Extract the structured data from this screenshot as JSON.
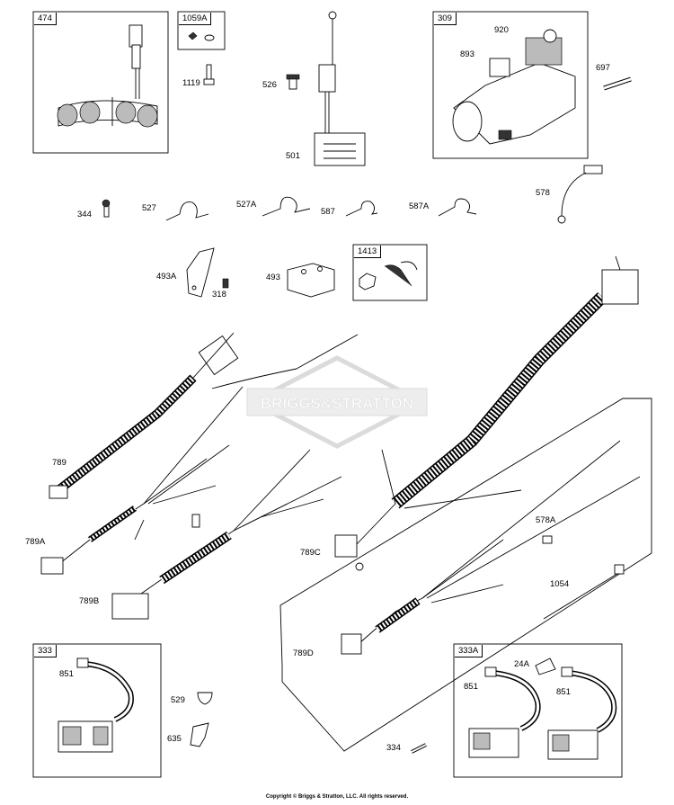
{
  "watermark": {
    "text": "BRIGGS&STRATTON"
  },
  "boxes": [
    {
      "id": "box-474",
      "label": "474"
    },
    {
      "id": "box-1059A",
      "label": "1059A"
    },
    {
      "id": "box-309",
      "label": "309"
    },
    {
      "id": "box-1413",
      "label": "1413"
    },
    {
      "id": "box-789D",
      "label": "789D"
    },
    {
      "id": "box-333",
      "label": "333"
    },
    {
      "id": "box-333A",
      "label": "333A"
    }
  ],
  "parts": {
    "p1119": "1119",
    "p526": "526",
    "p501": "501",
    "p920": "920",
    "p893": "893",
    "p697": "697",
    "p578": "578",
    "p344": "344",
    "p527": "527",
    "p527A": "527A",
    "p587": "587",
    "p587A": "587A",
    "p493A": "493A",
    "p318": "318",
    "p493": "493",
    "p789": "789",
    "p789A": "789A",
    "p789B": "789B",
    "p789C": "789C",
    "p578A": "578A",
    "p1054": "1054",
    "p851a": "851",
    "p529": "529",
    "p635": "635",
    "p334": "334",
    "p24A": "24A",
    "p851b": "851",
    "p851c": "851"
  },
  "copyright": "Copyright © Briggs & Stratton, LLC. All rights reserved."
}
